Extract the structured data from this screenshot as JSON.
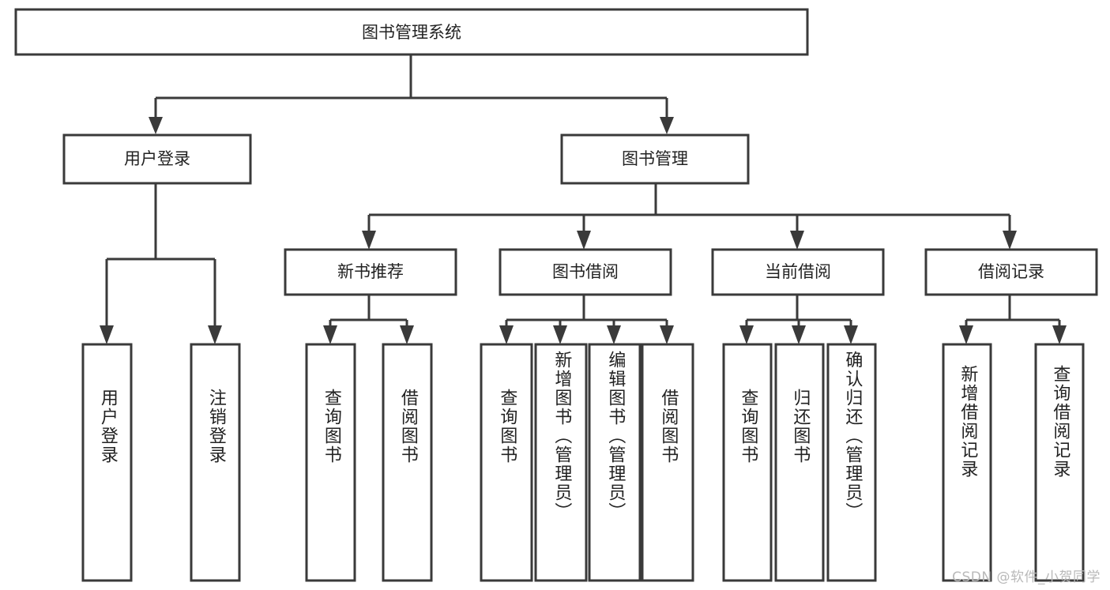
{
  "diagram": {
    "kind": "function-structure-tree",
    "title": "图书管理系统",
    "watermark": "CSDN @软件_小贺同学",
    "colors": {
      "stroke": "#3a3a3a",
      "box_fill": "#ffffff",
      "text": "#222222",
      "background": "#ffffff",
      "watermark": "#b9b9b9"
    },
    "levels": {
      "root": {
        "label": "图书管理系统"
      },
      "level2": [
        {
          "label": "用户登录"
        },
        {
          "label": "图书管理"
        }
      ],
      "level3": [
        {
          "label": "新书推荐"
        },
        {
          "label": "图书借阅"
        },
        {
          "label": "当前借阅"
        },
        {
          "label": "借阅记录"
        }
      ],
      "leaves": {
        "user_login": [
          {
            "label": "用户登录"
          },
          {
            "label": "注销登录"
          }
        ],
        "new_book": [
          {
            "label": "查询图书"
          },
          {
            "label": "借阅图书"
          }
        ],
        "book_borrow": [
          {
            "label": "查询图书"
          },
          {
            "label": "新增图书（管理员）"
          },
          {
            "label": "编辑图书（管理员）"
          },
          {
            "label": "借阅图书"
          }
        ],
        "current_borrow": [
          {
            "label": "查询图书"
          },
          {
            "label": "归还图书"
          },
          {
            "label": "确认归还（管理员）"
          }
        ],
        "borrow_record": [
          {
            "label": "新增借阅记录"
          },
          {
            "label": "查询借阅记录"
          }
        ]
      }
    }
  }
}
